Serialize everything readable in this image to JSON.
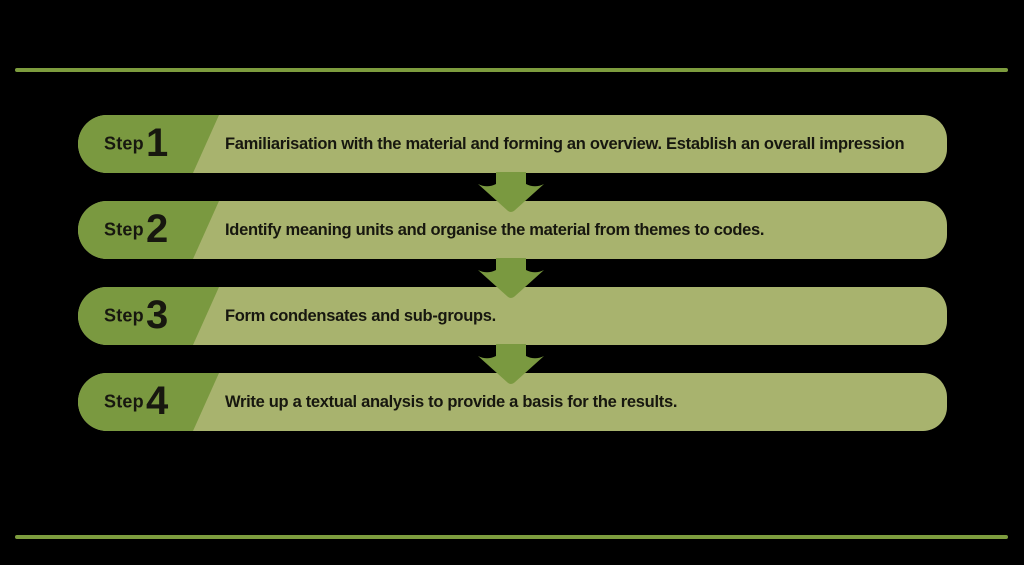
{
  "figure": {
    "type": "process-flow-diagram",
    "orientation": "vertical",
    "step_count": 4
  },
  "colors": {
    "background": "#000000",
    "dark_green": "#7a9940",
    "light_green": "#a8b36e",
    "divider_green": "#7d9c3e",
    "text_dark": "#17170f"
  },
  "icons": {
    "flow_arrow": "down-arrow"
  },
  "steps": [
    {
      "label": "Step",
      "number": "1",
      "description": "Familiarisation with the material and forming an overview. Establish an overall impression"
    },
    {
      "label": "Step",
      "number": "2",
      "description": "Identify meaning units and organise the material from themes to codes."
    },
    {
      "label": "Step",
      "number": "3",
      "description": "Form condensates and sub-groups."
    },
    {
      "label": "Step",
      "number": "4",
      "description": "Write up a textual analysis to provide a basis for the results."
    }
  ]
}
